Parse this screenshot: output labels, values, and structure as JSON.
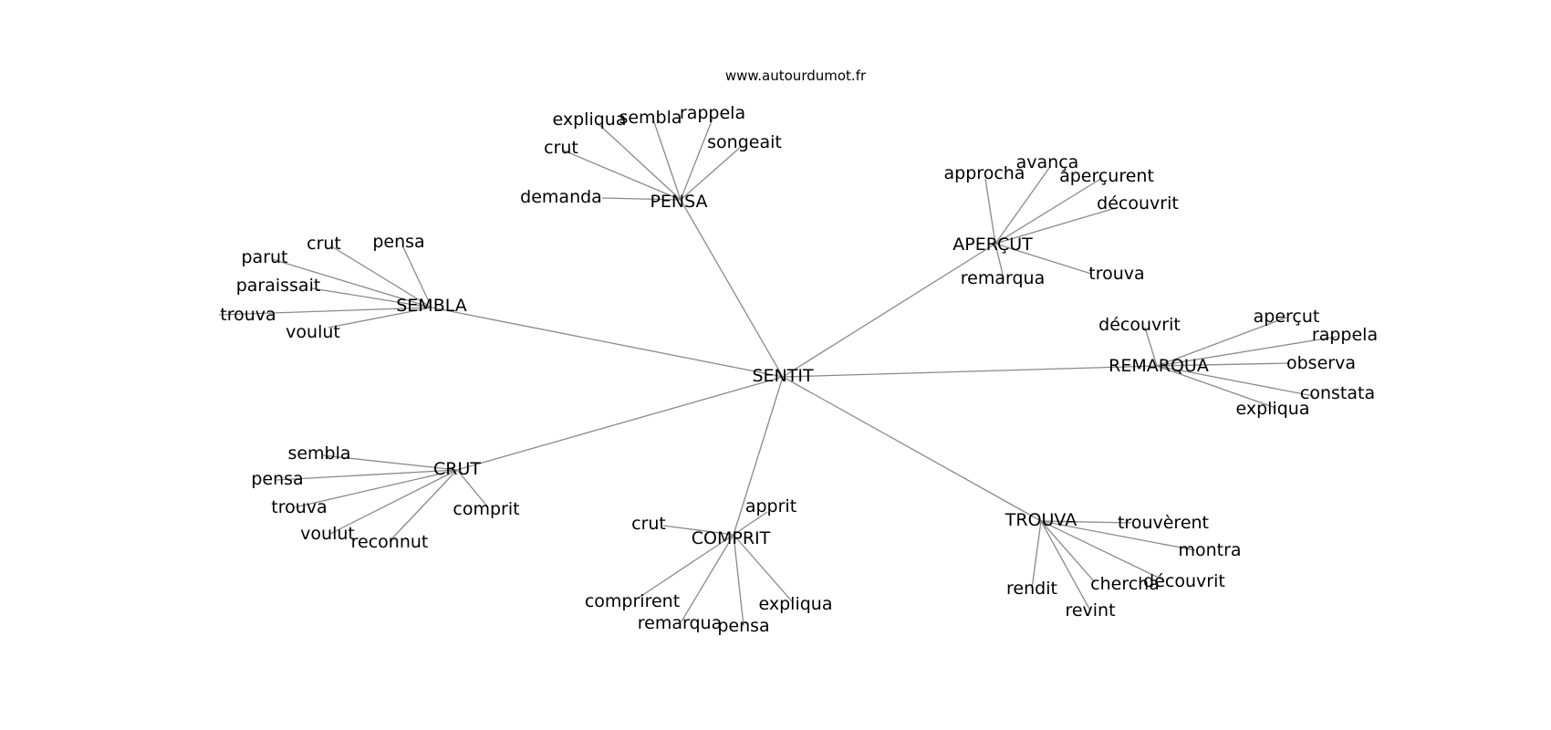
{
  "site": "www.autourdumot.fr",
  "center": "SENTIT",
  "clusters": [
    {
      "key": "pensa",
      "label": "PENSA",
      "words": [
        "expliqua",
        "sembla",
        "rappela",
        "crut",
        "songeait",
        "demanda"
      ]
    },
    {
      "key": "apercut",
      "label": "APERÇUT",
      "words": [
        "approcha",
        "avança",
        "aperçurent",
        "découvrit",
        "trouva",
        "remarqua"
      ]
    },
    {
      "key": "sembla",
      "label": "SEMBLA",
      "words": [
        "crut",
        "pensa",
        "parut",
        "paraissait",
        "trouva",
        "voulut"
      ]
    },
    {
      "key": "remarqua",
      "label": "REMARQUA",
      "words": [
        "découvrit",
        "aperçut",
        "rappela",
        "observa",
        "constata",
        "expliqua"
      ]
    },
    {
      "key": "crut",
      "label": "CRUT",
      "words": [
        "sembla",
        "pensa",
        "trouva",
        "voulut",
        "reconnut",
        "comprit"
      ]
    },
    {
      "key": "comprit",
      "label": "COMPRIT",
      "words": [
        "crut",
        "apprit",
        "comprirent",
        "remarqua",
        "pensa",
        "expliqua"
      ]
    },
    {
      "key": "trouva",
      "label": "TROUVA",
      "words": [
        "trouvèrent",
        "montra",
        "découvrit",
        "chercha",
        "revint",
        "rendit"
      ]
    }
  ]
}
